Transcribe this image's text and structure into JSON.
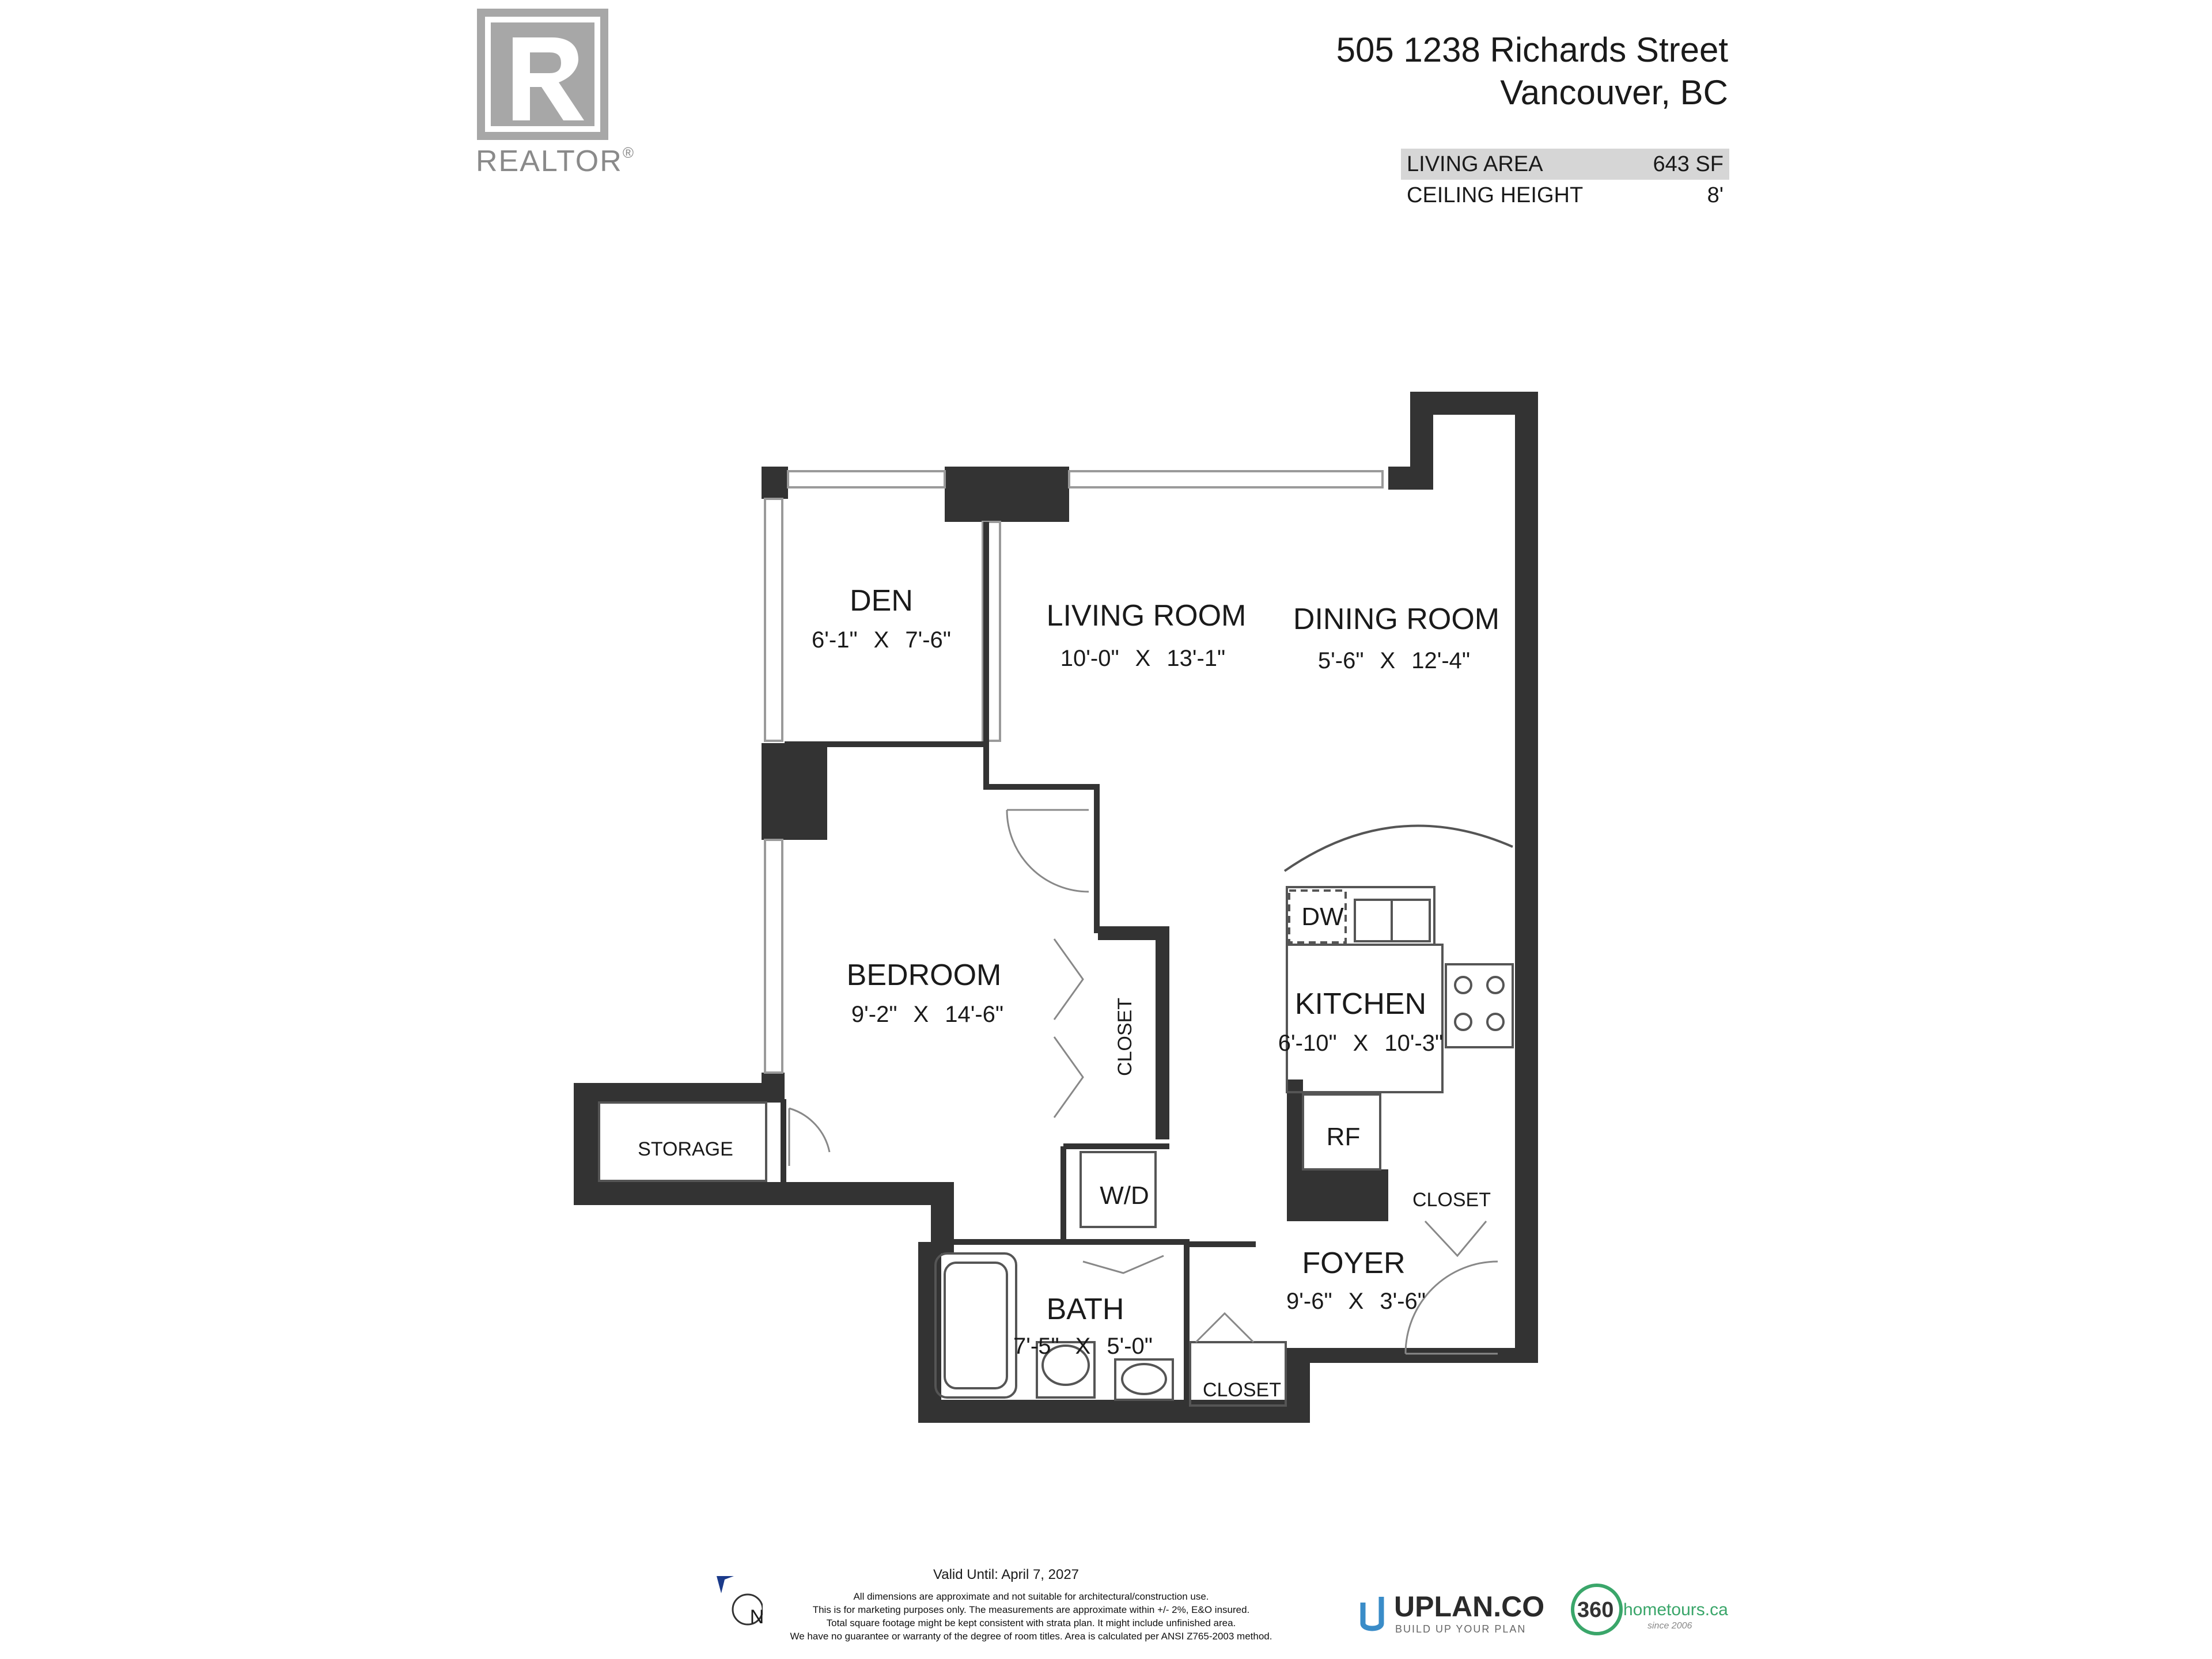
{
  "logo": {
    "wordmark": "REALTOR",
    "registered": "®"
  },
  "header": {
    "address_line1": "505 1238 Richards Street",
    "address_line2": "Vancouver, BC"
  },
  "stats": [
    {
      "label": "LIVING AREA",
      "value": "643 SF"
    },
    {
      "label": "CEILING HEIGHT",
      "value": "8'"
    }
  ],
  "rooms": {
    "den": {
      "name": "DEN",
      "w": "6'-1\"",
      "l": "7'-6\""
    },
    "living": {
      "name": "LIVING ROOM",
      "w": "10'-0\"",
      "l": "13'-1\""
    },
    "dining": {
      "name": "DINING ROOM",
      "w": "5'-6\"",
      "l": "12'-4\""
    },
    "bedroom": {
      "name": "BEDROOM",
      "w": "9'-2\"",
      "l": "14'-6\""
    },
    "kitchen": {
      "name": "KITCHEN",
      "w": "6'-10\"",
      "l": "10'-3\""
    },
    "foyer": {
      "name": "FOYER",
      "w": "9'-6\"",
      "l": "3'-6\""
    },
    "bath": {
      "name": "BATH",
      "w": "7'-5\"",
      "l": "5'-0\""
    },
    "times": "X"
  },
  "fixtures": {
    "dishwasher": "DW",
    "fridge": "RF",
    "washer_dryer": "W/D",
    "storage": "STORAGE",
    "closet": "CLOSET"
  },
  "footer": {
    "valid_until": "Valid Until: April 7, 2027",
    "north": "N",
    "disclaimer": [
      "All dimensions are approximate and not suitable for architectural/construction use.",
      "This is for marketing purposes only. The measurements are approximate within +/- 2%, E&O insured.",
      "Total square footage might be kept consistent with strata plan. It might include unfinished area.",
      "We have no guarantee or warranty of the degree of room titles. Area is calculated per ANSI Z765-2003 method."
    ],
    "uplan": {
      "name": "UPLAN.CO",
      "tagline": "BUILD UP YOUR PLAN"
    },
    "hometours": {
      "number": "360",
      "name": "hometours.ca",
      "since": "since 2006"
    }
  },
  "colors": {
    "wall": "#333333",
    "window": "#9a9a9a",
    "logo_gray": "#a7a7a7",
    "stat_highlight": "#d6d6d6",
    "accent_blue": "#1a3a8a",
    "uplan_blue": "#3a8cc8",
    "hometours_green": "#3aa66a"
  }
}
